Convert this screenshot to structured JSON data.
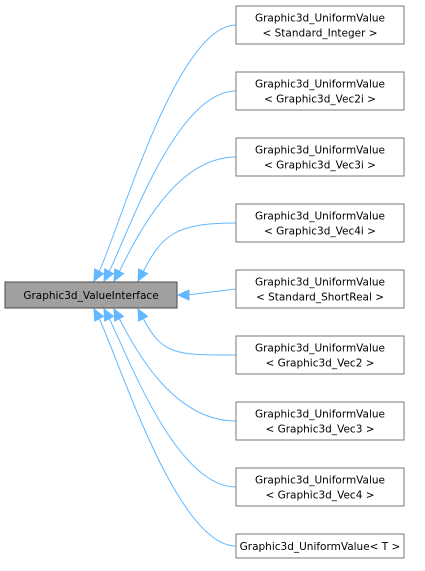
{
  "diagram": {
    "base": {
      "name": "Graphic3d_ValueInterface",
      "lines": [
        "Graphic3d_ValueInterface"
      ]
    },
    "derived": [
      {
        "name": "Graphic3d_UniformValue< Standard_Integer >",
        "lines": [
          "Graphic3d_UniformValue",
          "< Standard_Integer >"
        ]
      },
      {
        "name": "Graphic3d_UniformValue< Graphic3d_Vec2i >",
        "lines": [
          "Graphic3d_UniformValue",
          "< Graphic3d_Vec2i >"
        ]
      },
      {
        "name": "Graphic3d_UniformValue< Graphic3d_Vec3i >",
        "lines": [
          "Graphic3d_UniformValue",
          "< Graphic3d_Vec3i >"
        ]
      },
      {
        "name": "Graphic3d_UniformValue< Graphic3d_Vec4i >",
        "lines": [
          "Graphic3d_UniformValue",
          "< Graphic3d_Vec4i >"
        ]
      },
      {
        "name": "Graphic3d_UniformValue< Standard_ShortReal >",
        "lines": [
          "Graphic3d_UniformValue",
          "< Standard_ShortReal >"
        ]
      },
      {
        "name": "Graphic3d_UniformValue< Graphic3d_Vec2 >",
        "lines": [
          "Graphic3d_UniformValue",
          "< Graphic3d_Vec2 >"
        ]
      },
      {
        "name": "Graphic3d_UniformValue< Graphic3d_Vec3 >",
        "lines": [
          "Graphic3d_UniformValue",
          "< Graphic3d_Vec3 >"
        ]
      },
      {
        "name": "Graphic3d_UniformValue< Graphic3d_Vec4 >",
        "lines": [
          "Graphic3d_UniformValue",
          "< Graphic3d_Vec4 >"
        ]
      },
      {
        "name": "Graphic3d_UniformValue< T >",
        "lines": [
          "Graphic3d_UniformValue< T >"
        ]
      }
    ],
    "colors": {
      "edge": "#63b8ff",
      "base_fill": "#a0a0a0",
      "node_border": "#7a7a7a"
    }
  }
}
